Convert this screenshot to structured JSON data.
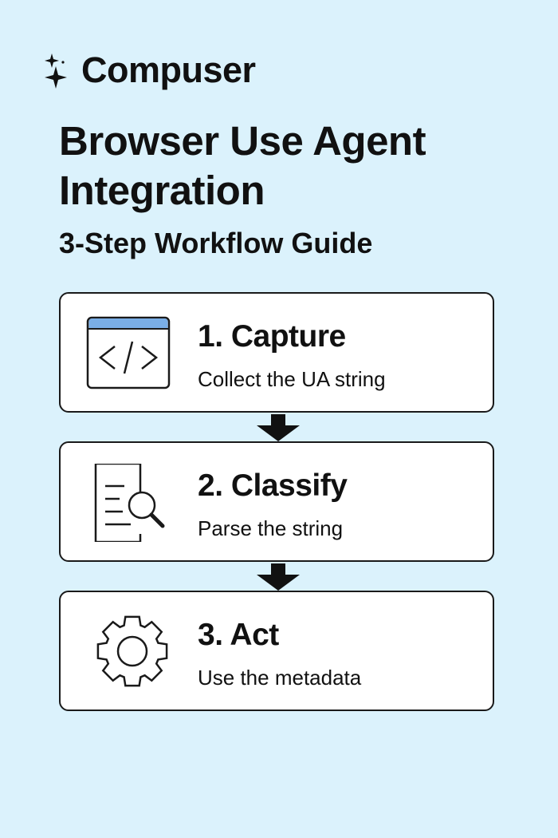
{
  "brand": {
    "name": "Compuser",
    "icon": "sparkle-icon"
  },
  "header": {
    "title": "Browser Use Agent Integration",
    "subtitle": "3-Step Workflow Guide"
  },
  "steps": [
    {
      "title": "1. Capture",
      "description": "Collect the UA string",
      "icon": "browser-code-icon"
    },
    {
      "title": "2. Classify",
      "description": "Parse the string",
      "icon": "document-search-icon"
    },
    {
      "title": "3. Act",
      "description": "Use the metadata",
      "icon": "gear-icon"
    }
  ],
  "colors": {
    "background": "#dbf2fc",
    "accent": "#7aaee6"
  }
}
